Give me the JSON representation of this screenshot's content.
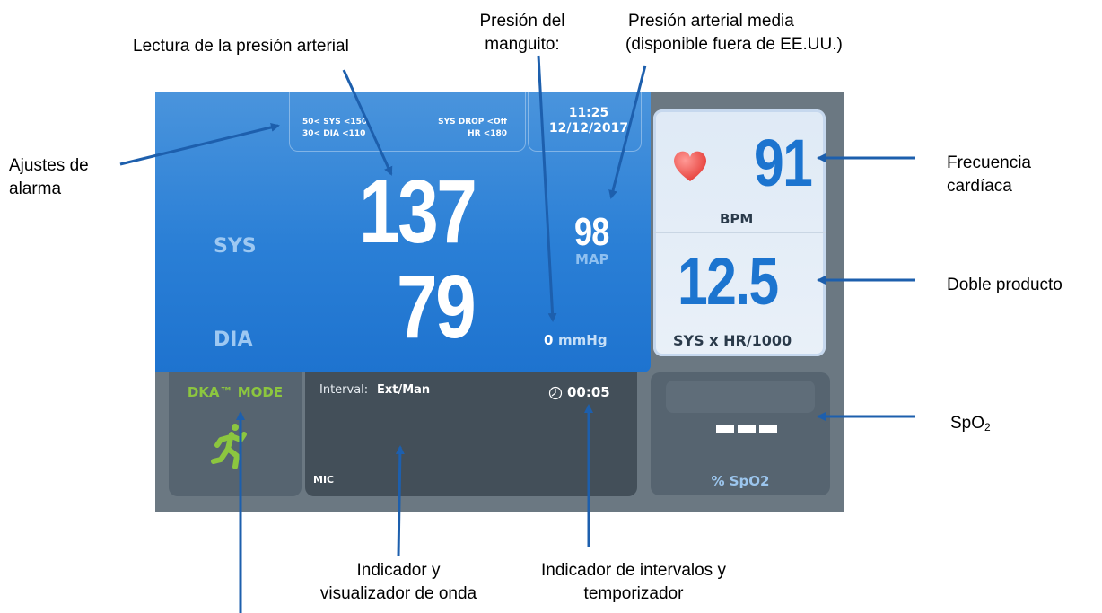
{
  "callouts": {
    "bp_reading": "Lectura de la presión arterial",
    "cuff_pressure_line1": "Presión del",
    "cuff_pressure_line2": "manguito:",
    "map_line1": "Presión arterial media",
    "map_line2": "(disponible fuera de EE.UU.)",
    "alarm_line1": "Ajustes de",
    "alarm_line2": "alarma",
    "heart_rate_line1": "Frecuencia",
    "heart_rate_line2": "cardíaca",
    "double_product": "Doble producto",
    "spo2_main": "SpO",
    "spo2_sub": "2",
    "wave_line1": "Indicador y",
    "wave_line2": "visualizador de onda",
    "interval_line1": "Indicador de intervalos y",
    "interval_line2": "temporizador"
  },
  "screen": {
    "alarm_sys": "50< SYS <150",
    "alarm_dia": "30< DIA <110",
    "alarm_sys_drop": "SYS DROP <Off",
    "alarm_hr": "HR <180",
    "time": "11:25",
    "date": "12/12/2017",
    "sys_label": "SYS",
    "dia_label": "DIA",
    "sys_value": "137",
    "dia_value": "79",
    "map_value": "98",
    "map_label": "MAP",
    "cuff_value": "0",
    "cuff_unit": "mmHg",
    "hr_value": "91",
    "hr_unit": "BPM",
    "rpp_value": "12.5",
    "rpp_label": "SYS x HR/1000",
    "dka_mode": "DKA™ MODE",
    "interval_label": "Interval:",
    "interval_value": "Ext/Man",
    "timer": "00:05",
    "mic_label": "MIC",
    "spo2_value": "---",
    "spo2_label": "% SpO2"
  },
  "colors": {
    "screen_blue": "#2a7fd6",
    "device_gray": "#6b7882",
    "dka_green": "#8cc63f",
    "heart_red": "#e8403c",
    "callout_line": "#1d5fad"
  },
  "icons": [
    "heart-icon",
    "running-man-icon",
    "clock-icon"
  ]
}
